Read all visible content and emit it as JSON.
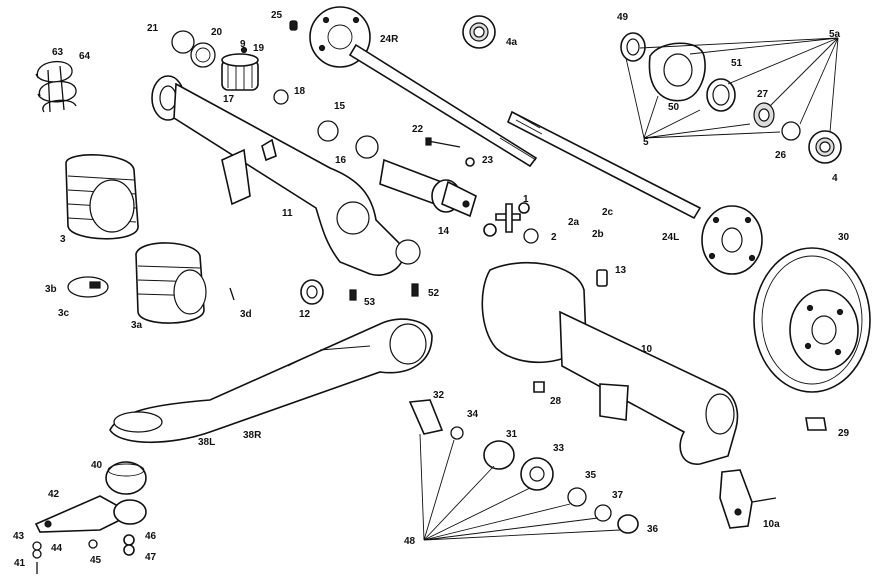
{
  "diagram": {
    "labels": {
      "l63": "63",
      "l64": "64",
      "l21": "21",
      "l20": "20",
      "l9": "9",
      "l19": "19",
      "l25": "25",
      "l24R": "24R",
      "l4a": "4a",
      "l49": "49",
      "l5a": "5a",
      "l51": "51",
      "l50": "50",
      "l27": "27",
      "l5": "5",
      "l26": "26",
      "l4": "4",
      "l17": "17",
      "l18": "18",
      "l15": "15",
      "l22": "22",
      "l23": "23",
      "l16": "16",
      "l3": "3",
      "l11": "11",
      "l14": "14",
      "l1": "1",
      "l2a": "2a",
      "l2c": "2c",
      "l2": "2",
      "l2b": "2b",
      "l24L": "24L",
      "l30": "30",
      "l3b": "3b",
      "l3c": "3c",
      "l3a": "3a",
      "l3d": "3d",
      "l12": "12",
      "l53": "53",
      "l52": "52",
      "l13": "13",
      "l10": "10",
      "l28": "28",
      "l32": "32",
      "l34": "34",
      "l29": "29",
      "l38L": "38L",
      "l38R": "38R",
      "l31": "31",
      "l33": "33",
      "l40": "40",
      "l35": "35",
      "l42": "42",
      "l37": "37",
      "l36": "36",
      "l43": "43",
      "l44": "44",
      "l46": "46",
      "l47": "47",
      "l45": "45",
      "l41": "41",
      "l48": "48",
      "l10a": "10a"
    }
  }
}
